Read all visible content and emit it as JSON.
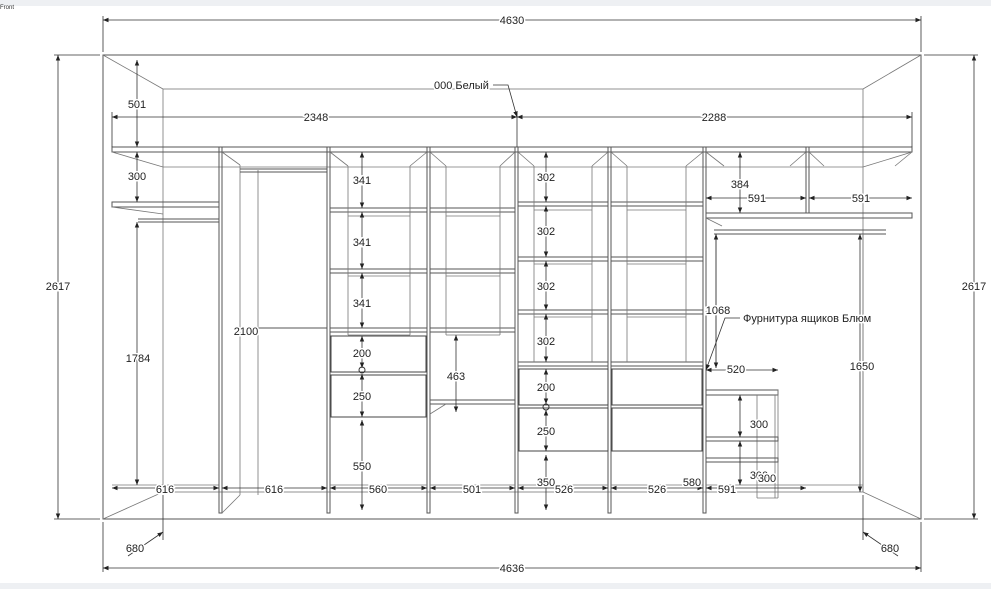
{
  "viewport": {
    "view_label": "Front"
  },
  "dimensions": {
    "overall_width_top": "4630",
    "overall_width_bottom": "4636",
    "overall_height_left": "2617",
    "overall_height_right": "2617",
    "depth_left": "680",
    "depth_right": "680",
    "soffit_height": "501",
    "top_section_left": "2348",
    "top_section_right": "2288",
    "left_shelf_gap": "300",
    "left_rod_height": "1784",
    "col2_height": "2100",
    "col3_shelves": [
      "341",
      "341",
      "341"
    ],
    "col3_drawers": [
      "200",
      "250"
    ],
    "col3_bottom": "550",
    "col4_gap": "463",
    "col5_shelves": [
      "302",
      "302",
      "302",
      "302"
    ],
    "col5_drawers": [
      "200",
      "250"
    ],
    "col5_bottom": "350",
    "right_top_height": "384",
    "right_top_widths": [
      "591",
      "591"
    ],
    "right_hanger_height": "1068",
    "right_rod_height": "1650",
    "right_unit_width": "520",
    "right_unit_shelves": [
      "300",
      "300"
    ],
    "right_unit_bottom": "300",
    "bottom_widths": [
      "616",
      "616",
      "560",
      "501",
      "526",
      "526",
      "580",
      "591"
    ]
  },
  "annotations": {
    "material": "000 Белый",
    "hardware": "Фурнитура ящиков Блюм"
  }
}
